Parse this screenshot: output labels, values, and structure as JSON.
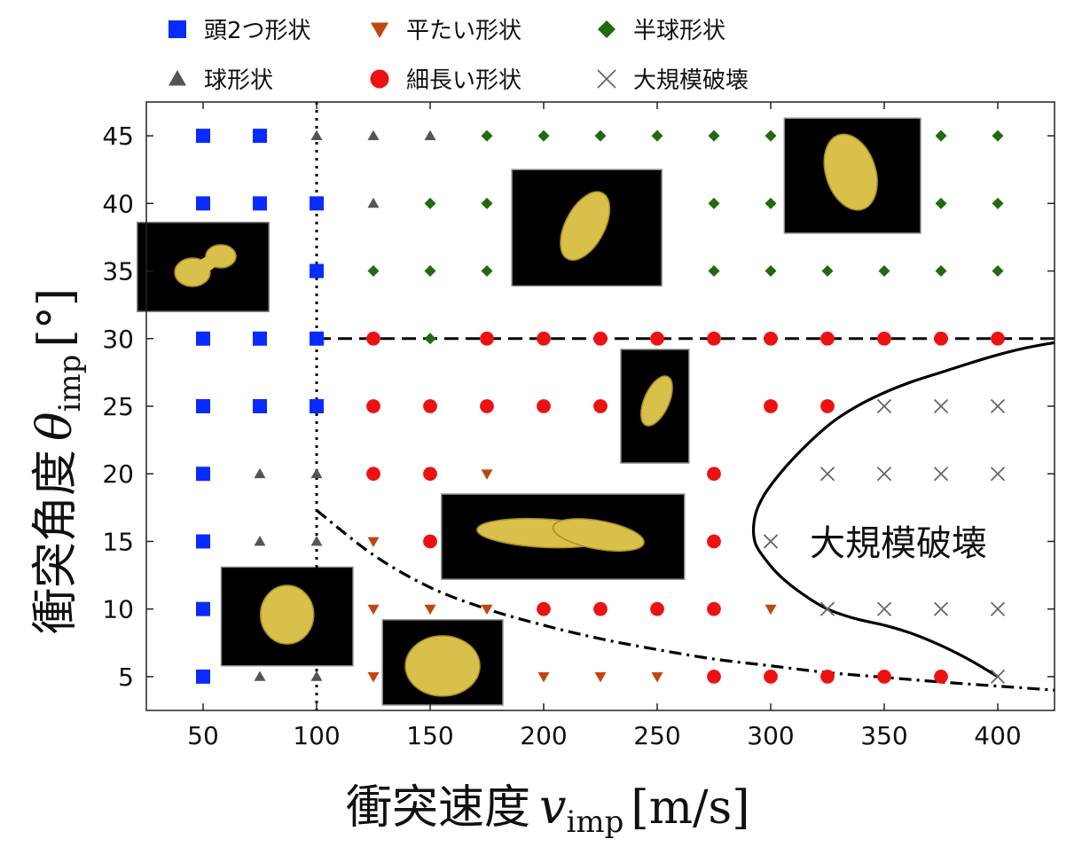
{
  "chart_data": {
    "type": "scatter",
    "xlabel": "衝突速度",
    "xlabel_symbol": "v",
    "xlabel_subscript": "imp",
    "xlabel_unit": "[m/s]",
    "ylabel": "衝突角度",
    "ylabel_symbol": "θ",
    "ylabel_subscript": "imp",
    "ylabel_unit": "[°]",
    "xlim": [
      25,
      425
    ],
    "ylim": [
      2.5,
      47.5
    ],
    "x_ticks": [
      50,
      100,
      150,
      200,
      250,
      300,
      350,
      400
    ],
    "y_ticks": [
      5,
      10,
      15,
      20,
      25,
      30,
      35,
      40,
      45
    ],
    "grid": false,
    "legend_position": "top",
    "region_label": "大規模破壊",
    "series": [
      {
        "name": "頭2つ形状",
        "marker": "square",
        "color": "#0a2bff",
        "points": [
          [
            50,
            45
          ],
          [
            75,
            45
          ],
          [
            50,
            40
          ],
          [
            75,
            40
          ],
          [
            100,
            40
          ],
          [
            100,
            35
          ],
          [
            50,
            30
          ],
          [
            75,
            30
          ],
          [
            100,
            30
          ],
          [
            50,
            25
          ],
          [
            75,
            25
          ],
          [
            100,
            25
          ],
          [
            50,
            20
          ],
          [
            50,
            15
          ],
          [
            50,
            10
          ],
          [
            50,
            5
          ]
        ]
      },
      {
        "name": "平たい形状",
        "marker": "triangle-down",
        "color": "#c0450f",
        "points": [
          [
            175,
            20
          ],
          [
            125,
            15
          ],
          [
            125,
            10
          ],
          [
            150,
            10
          ],
          [
            175,
            10
          ],
          [
            300,
            10
          ],
          [
            125,
            5
          ],
          [
            200,
            5
          ],
          [
            225,
            5
          ],
          [
            250,
            5
          ]
        ]
      },
      {
        "name": "半球形状",
        "marker": "diamond",
        "color": "#1f6b0e",
        "points": [
          [
            175,
            45
          ],
          [
            200,
            45
          ],
          [
            225,
            45
          ],
          [
            250,
            45
          ],
          [
            275,
            45
          ],
          [
            300,
            45
          ],
          [
            375,
            45
          ],
          [
            400,
            45
          ],
          [
            150,
            40
          ],
          [
            175,
            40
          ],
          [
            275,
            40
          ],
          [
            300,
            40
          ],
          [
            375,
            40
          ],
          [
            400,
            40
          ],
          [
            125,
            35
          ],
          [
            150,
            35
          ],
          [
            175,
            35
          ],
          [
            275,
            35
          ],
          [
            300,
            35
          ],
          [
            325,
            35
          ],
          [
            350,
            35
          ],
          [
            375,
            35
          ],
          [
            400,
            35
          ],
          [
            150,
            30
          ]
        ]
      },
      {
        "name": "球形状",
        "marker": "triangle-up",
        "color": "#555555",
        "points": [
          [
            100,
            45
          ],
          [
            125,
            45
          ],
          [
            150,
            45
          ],
          [
            125,
            40
          ],
          [
            75,
            20
          ],
          [
            100,
            20
          ],
          [
            75,
            15
          ],
          [
            100,
            15
          ],
          [
            75,
            5
          ],
          [
            100,
            5
          ]
        ]
      },
      {
        "name": "細長い形状",
        "marker": "circle",
        "color": "#ee1111",
        "points": [
          [
            125,
            30
          ],
          [
            175,
            30
          ],
          [
            200,
            30
          ],
          [
            225,
            30
          ],
          [
            250,
            30
          ],
          [
            275,
            30
          ],
          [
            300,
            30
          ],
          [
            325,
            30
          ],
          [
            350,
            30
          ],
          [
            375,
            30
          ],
          [
            400,
            30
          ],
          [
            125,
            25
          ],
          [
            150,
            25
          ],
          [
            175,
            25
          ],
          [
            200,
            25
          ],
          [
            225,
            25
          ],
          [
            300,
            25
          ],
          [
            325,
            25
          ],
          [
            125,
            20
          ],
          [
            150,
            20
          ],
          [
            275,
            20
          ],
          [
            150,
            15
          ],
          [
            275,
            15
          ],
          [
            200,
            10
          ],
          [
            225,
            10
          ],
          [
            250,
            10
          ],
          [
            275,
            10
          ],
          [
            275,
            5
          ],
          [
            300,
            5
          ],
          [
            325,
            5
          ],
          [
            350,
            5
          ],
          [
            375,
            5
          ]
        ]
      },
      {
        "name": "大規模破壊",
        "marker": "x",
        "color": "#666666",
        "points": [
          [
            350,
            25
          ],
          [
            375,
            25
          ],
          [
            400,
            25
          ],
          [
            325,
            20
          ],
          [
            350,
            20
          ],
          [
            375,
            20
          ],
          [
            400,
            20
          ],
          [
            300,
            15
          ],
          [
            325,
            10
          ],
          [
            350,
            10
          ],
          [
            375,
            10
          ],
          [
            400,
            10
          ],
          [
            400,
            5
          ]
        ]
      }
    ],
    "reference_lines": [
      {
        "style": "dotted",
        "orientation": "vertical",
        "x": 100,
        "y_range": [
          2.5,
          47.5
        ]
      },
      {
        "style": "dashed",
        "orientation": "horizontal",
        "y": 30,
        "x_range": [
          100,
          425
        ]
      }
    ],
    "boundary_curves": [
      {
        "style": "dash-dot",
        "points": [
          [
            100,
            17.3
          ],
          [
            125,
            14.0
          ],
          [
            150,
            11.6
          ],
          [
            175,
            10.0
          ],
          [
            200,
            8.8
          ],
          [
            225,
            7.8
          ],
          [
            250,
            7.0
          ],
          [
            275,
            6.3
          ],
          [
            300,
            5.8
          ],
          [
            325,
            5.3
          ],
          [
            350,
            4.95
          ],
          [
            375,
            4.6
          ],
          [
            400,
            4.3
          ],
          [
            425,
            4.0
          ]
        ]
      },
      {
        "style": "solid",
        "points": [
          [
            400,
            5
          ],
          [
            388,
            6.2
          ],
          [
            375,
            7.3
          ],
          [
            362,
            8.2
          ],
          [
            350,
            8.8
          ],
          [
            337,
            9.3
          ],
          [
            325,
            10.0
          ],
          [
            315,
            11.0
          ],
          [
            305,
            12.3
          ],
          [
            298,
            13.6
          ],
          [
            293,
            15.0
          ],
          [
            293,
            16.8
          ],
          [
            297,
            18.4
          ],
          [
            305,
            20.2
          ],
          [
            315,
            22.0
          ],
          [
            327,
            23.8
          ],
          [
            338,
            25.0
          ],
          [
            350,
            26.0
          ],
          [
            362,
            26.8
          ],
          [
            375,
            27.5
          ],
          [
            388,
            28.2
          ],
          [
            400,
            28.8
          ],
          [
            412,
            29.3
          ],
          [
            425,
            29.7
          ]
        ]
      }
    ],
    "inset_images": [
      {
        "label": "two-headed-shape-image",
        "shape": "peanut",
        "x0": 21,
        "x1": 79,
        "y0": 32.0,
        "y1": 38.6
      },
      {
        "label": "spherical-shape-image",
        "shape": "round",
        "x0": 58,
        "x1": 116,
        "y0": 5.8,
        "y1": 13.1
      },
      {
        "label": "flat-shape-image",
        "shape": "flat",
        "x0": 129,
        "x1": 182,
        "y0": 2.9,
        "y1": 9.2
      },
      {
        "label": "elongated-shape-image-long",
        "shape": "long",
        "x0": 155,
        "x1": 262,
        "y0": 12.2,
        "y1": 18.5
      },
      {
        "label": "hemispherical-shape-image-center",
        "shape": "tilted",
        "x0": 186,
        "x1": 252,
        "y0": 33.9,
        "y1": 42.5
      },
      {
        "label": "elongated-shape-image-small",
        "shape": "small",
        "x0": 234,
        "x1": 264,
        "y0": 20.8,
        "y1": 29.2
      },
      {
        "label": "hemispherical-shape-image-right",
        "shape": "bean",
        "x0": 306,
        "x1": 366,
        "y0": 37.8,
        "y1": 46.3
      }
    ]
  }
}
